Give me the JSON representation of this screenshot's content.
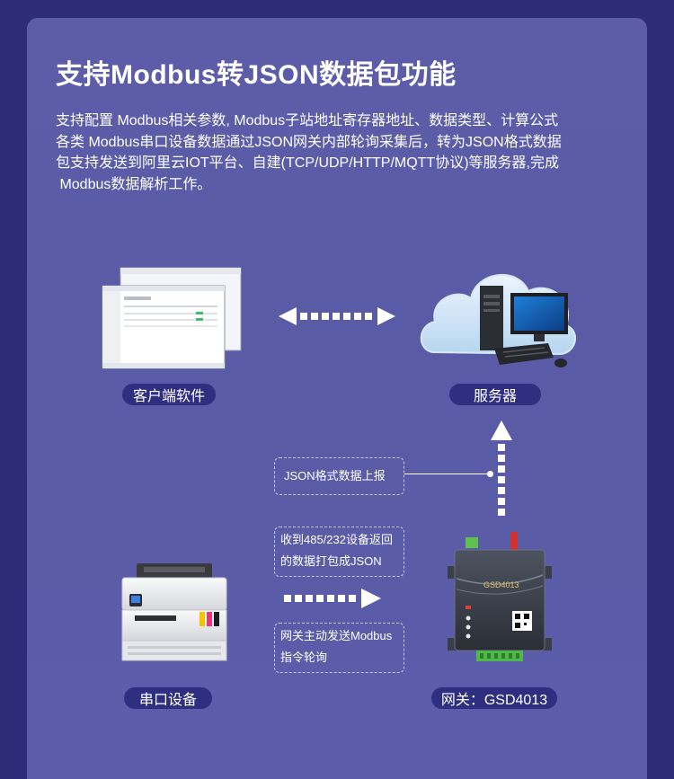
{
  "title": "支持Modbus转JSON数据包功能",
  "description": [
    "支持配置 Modbus相关参数, Modbus子站地址寄存器地址、数据类型、计算公式",
    "各类 Modbus串口设备数据通过JSON网关内部轮询采集后，转为JSON格式数据",
    "包支持发送到阿里云IOT平台、自建(TCP/UDP/HTTP/MQTT协议)等服务器,完成",
    " Modbus数据解析工作。"
  ],
  "nodes": {
    "client": "客户端软件",
    "server": "服务器",
    "serial_device": "串口设备",
    "gateway": "网关：GSD4013"
  },
  "gateway_model": "GSD4013",
  "annotations": {
    "json_upload": "JSON格式数据上报",
    "receive_pack": [
      "收到485/232设备返回",
      "的数据打包成JSON"
    ],
    "poll": [
      "网关主动发送Modbus",
      "指令轮询"
    ]
  },
  "colors": {
    "background": "#2e2c78",
    "card": "#5c5ca8",
    "pill": "#2f2f82",
    "text": "#ffffff"
  }
}
